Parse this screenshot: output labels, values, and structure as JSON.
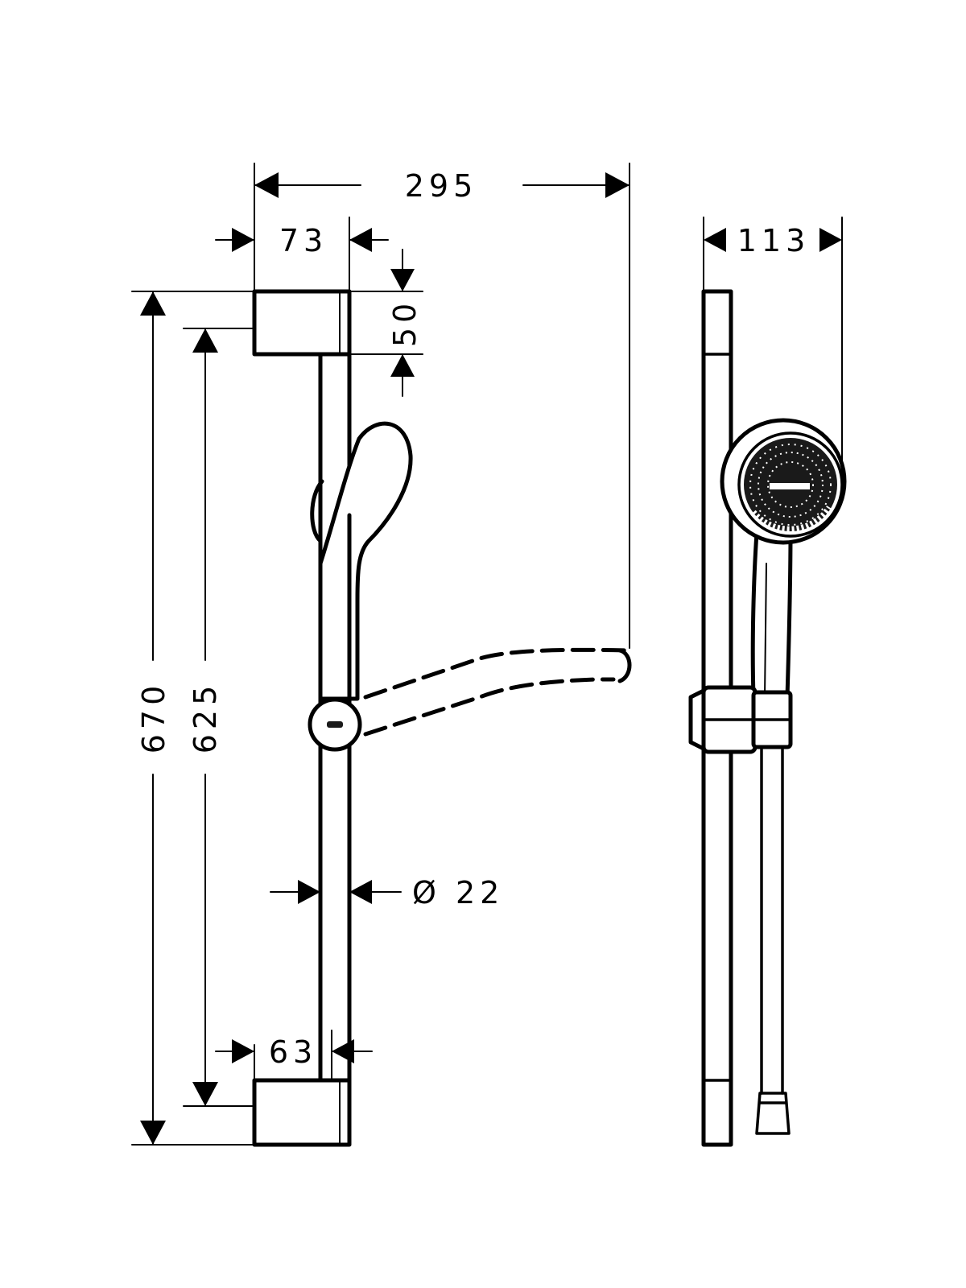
{
  "dimensions": {
    "total_width": "295",
    "bracket_width": "73",
    "bracket_height": "50",
    "total_height": "670",
    "mount_spacing": "625",
    "rail_diameter": "Ø 22",
    "bottom_bracket_width": "63",
    "head_diameter": "113"
  },
  "colors": {
    "line": "#000000",
    "background": "#ffffff"
  }
}
